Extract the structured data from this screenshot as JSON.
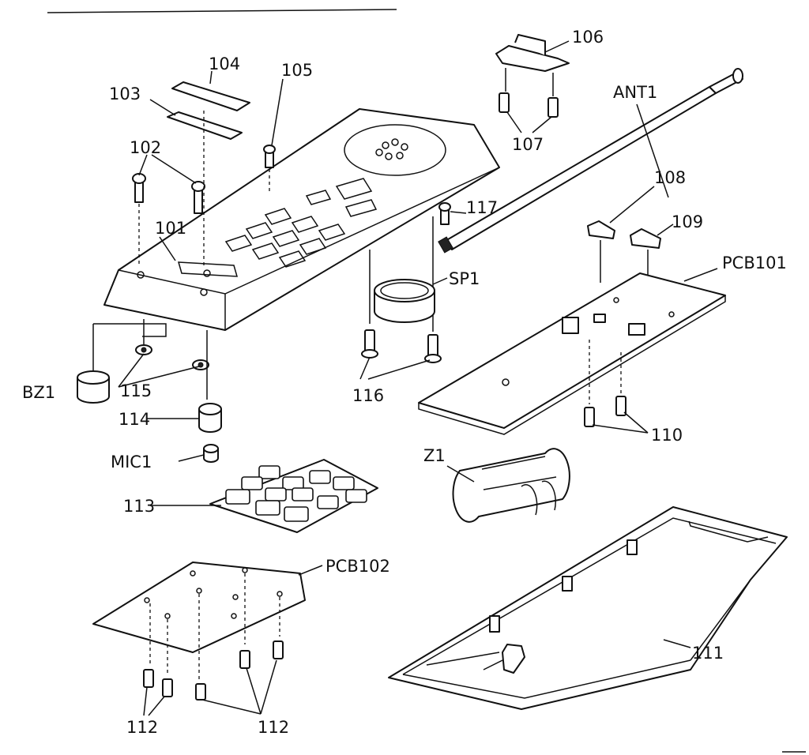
{
  "labels": {
    "ant1": "ANT1",
    "bz1": "BZ1",
    "mic1": "MIC1",
    "pcb101": "PCB101",
    "pcb102": "PCB102",
    "sp1": "SP1",
    "z1": "Z1",
    "p101": "101",
    "p102": "102",
    "p103": "103",
    "p104": "104",
    "p105": "105",
    "p106": "106",
    "p107": "107",
    "p108": "108",
    "p109": "109",
    "p110": "110",
    "p111": "111",
    "p112a": "112",
    "p112b": "112",
    "p113": "113",
    "p114": "114",
    "p115": "115",
    "p116": "116",
    "p117": "117"
  }
}
